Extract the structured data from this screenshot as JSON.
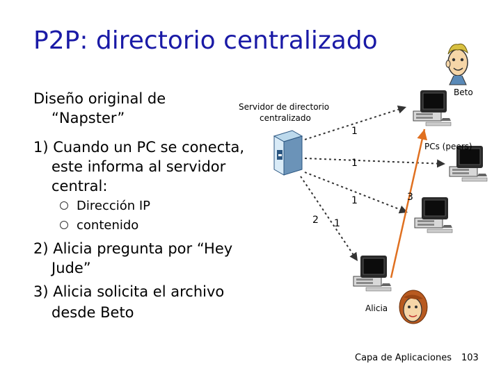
{
  "slide": {
    "title": "P2P: directorio centralizado",
    "text": {
      "line1": "Diseño original de",
      "line2": "“Napster”",
      "line3": "1) Cuando un PC se conecta,",
      "line4": "este informa al servidor",
      "line5": "central:",
      "bullet1": "Dirección IP",
      "bullet2": "contenido",
      "line6": "2) Alicia pregunta por “Hey",
      "line7": "Jude”",
      "line8": "3) Alicia solicita el archivo",
      "line9": "desde Beto"
    },
    "diagram": {
      "server_label_1": "Servidor de directorio",
      "server_label_2": "centralizado",
      "beto_label": "Beto",
      "peers_label": "PCs (peers)",
      "alicia_label": "Alicia",
      "step_labels": [
        "1",
        "1",
        "1",
        "1",
        "2",
        "3"
      ],
      "arrow_color": "#e07020"
    },
    "footer": {
      "course": "Capa de Aplicaciones",
      "page": "103"
    }
  }
}
